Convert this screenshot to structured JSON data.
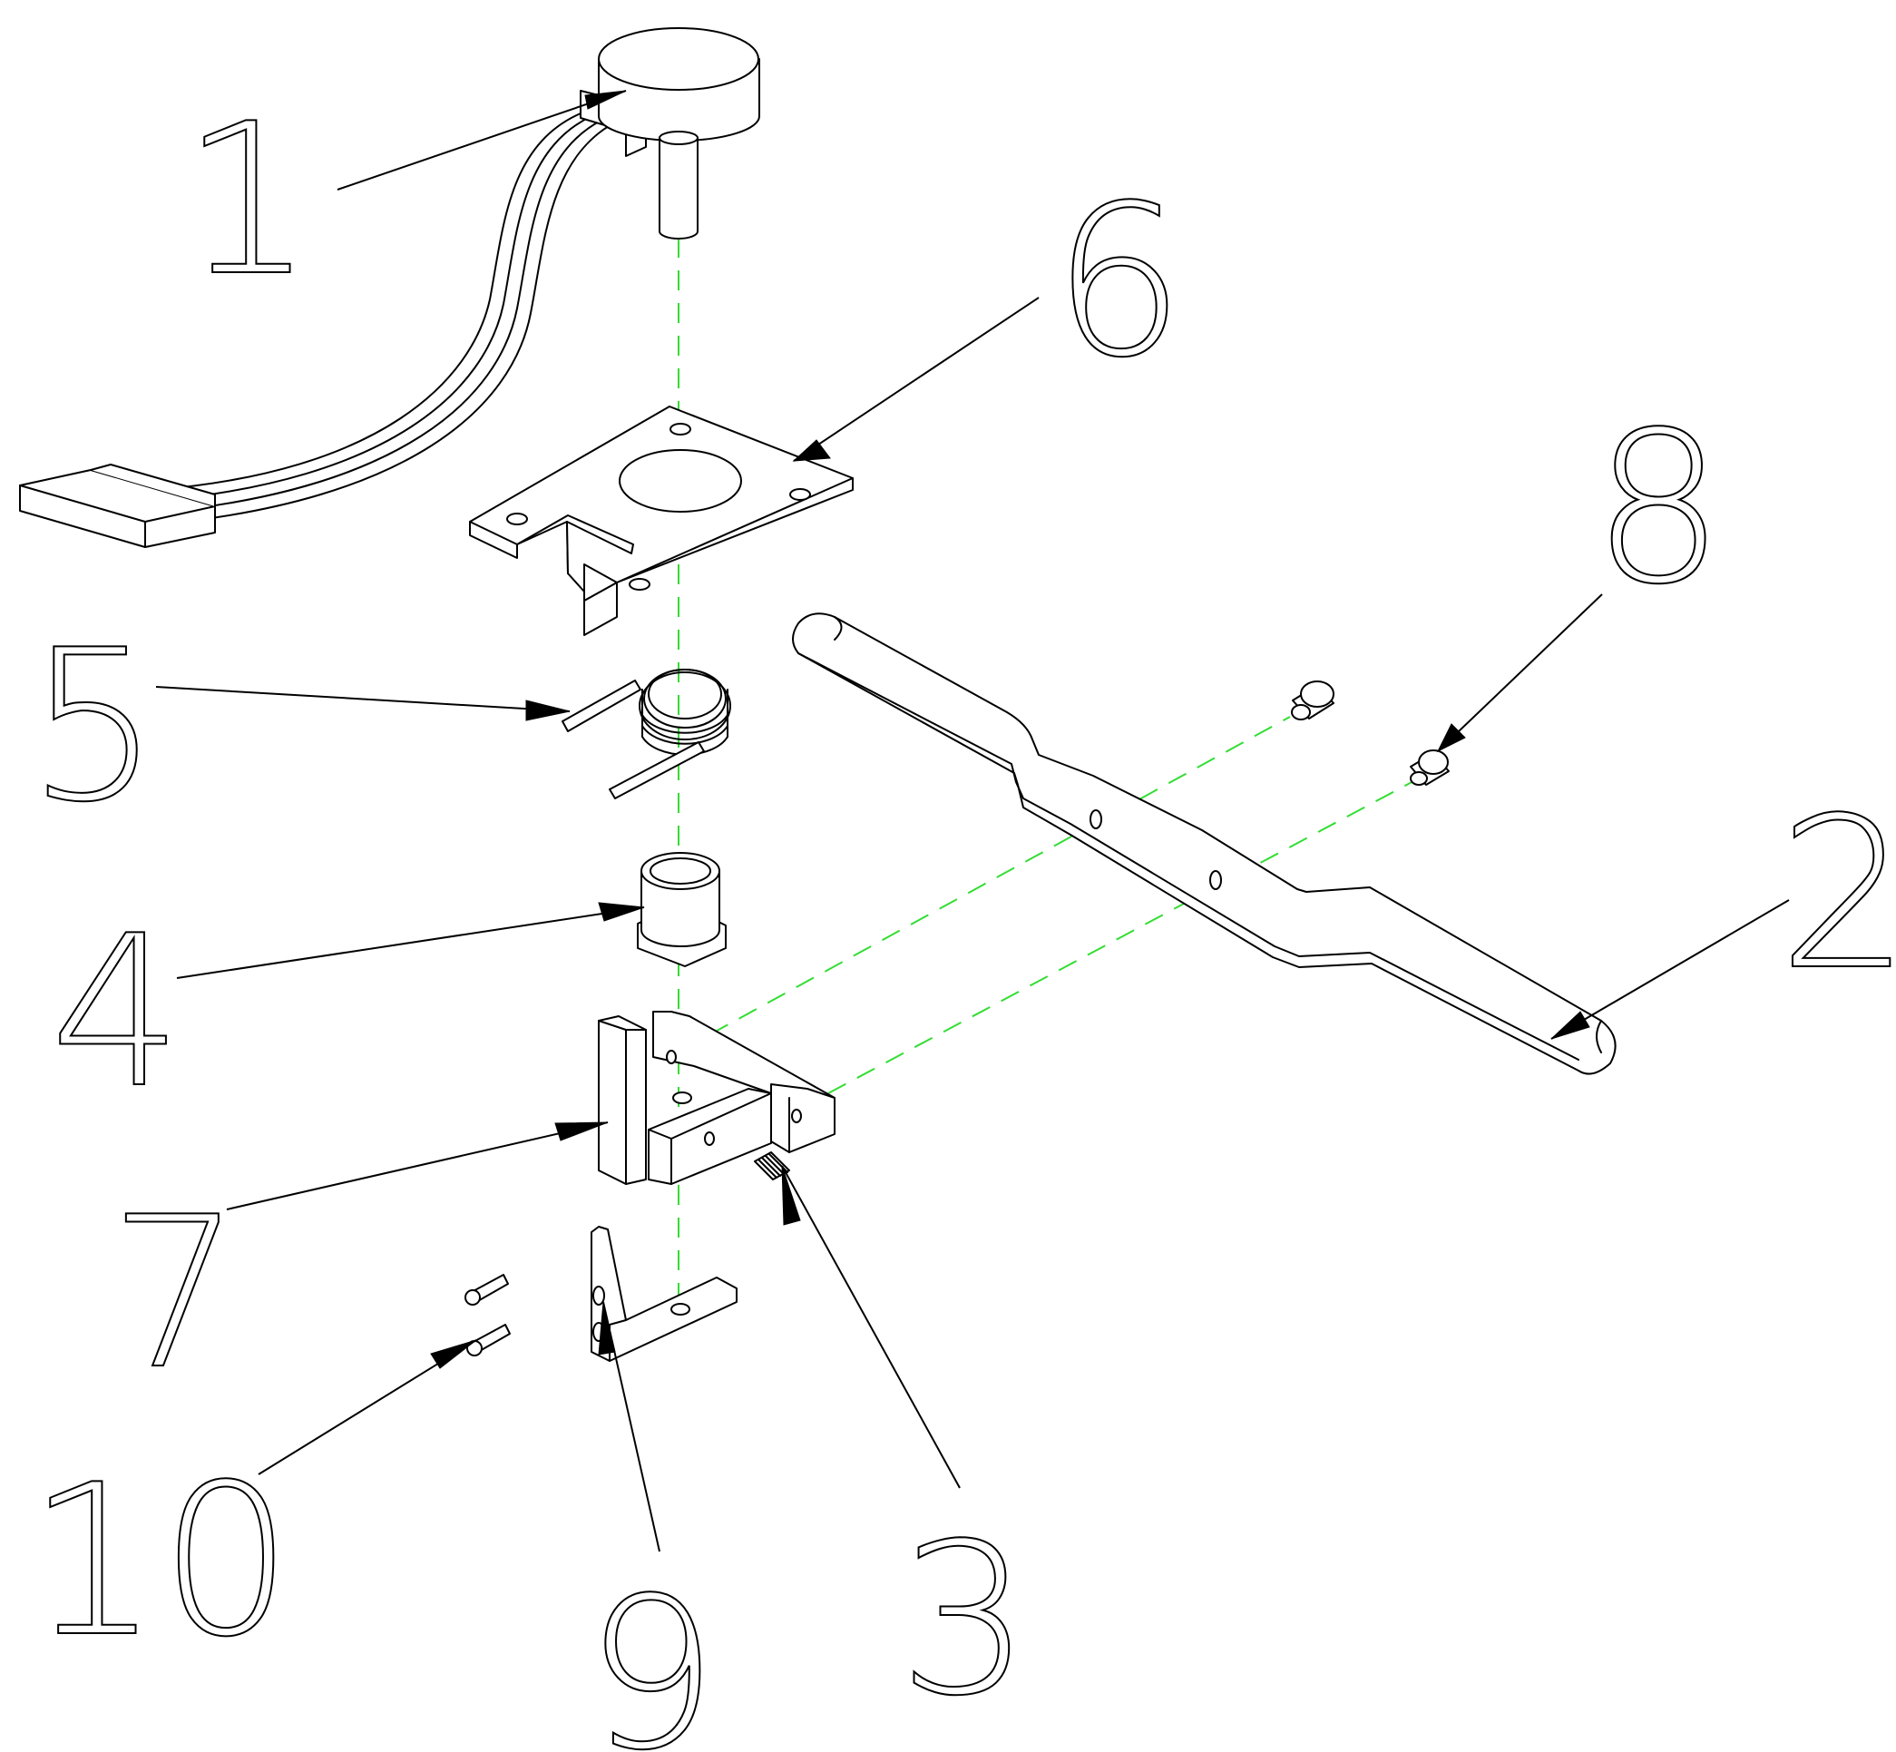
{
  "diagram": {
    "callouts": [
      {
        "label": "1"
      },
      {
        "label": "2"
      },
      {
        "label": "3"
      },
      {
        "label": "4"
      },
      {
        "label": "5"
      },
      {
        "label": "6"
      },
      {
        "label": "7"
      },
      {
        "label": "8"
      },
      {
        "label": "9"
      },
      {
        "label": "10"
      }
    ],
    "colors": {
      "assembly_axis": "#33dd33",
      "line": "#000000",
      "background": "#ffffff"
    }
  }
}
